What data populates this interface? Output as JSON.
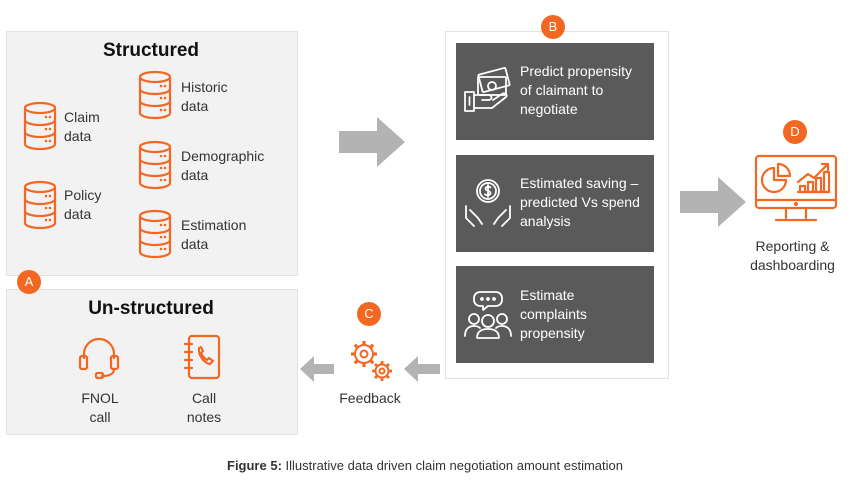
{
  "structured": {
    "title": "Structured",
    "items": [
      {
        "line1": "Claim",
        "line2": "data"
      },
      {
        "line1": "Policy",
        "line2": "data"
      },
      {
        "line1": "Historic",
        "line2": "data"
      },
      {
        "line1": "Demographic",
        "line2": "data"
      },
      {
        "line1": "Estimation",
        "line2": "data"
      }
    ]
  },
  "unstructured": {
    "title": "Un-structured",
    "items": [
      {
        "line1": "FNOL",
        "line2": "call"
      },
      {
        "line1": "Call",
        "line2": "notes"
      }
    ]
  },
  "badges": {
    "a": "A",
    "b": "B",
    "c": "C",
    "d": "D"
  },
  "models": [
    {
      "line1": "Predict propensity",
      "line2": "of claimant to",
      "line3": "negotiate"
    },
    {
      "line1": "Estimated saving –",
      "line2": "predicted Vs spend",
      "line3": "analysis"
    },
    {
      "line1": "Estimate",
      "line2": "complaints",
      "line3": "propensity"
    }
  ],
  "feedback": {
    "label": "Feedback"
  },
  "reporting": {
    "line1": "Reporting &",
    "line2": "dashboarding"
  },
  "caption": {
    "prefix": "Figure 5:",
    "text": " Illustrative data driven claim negotiation amount estimation"
  },
  "colors": {
    "accent": "#f26722",
    "dark_box": "#5a5a5a",
    "panel": "#f2f2f2",
    "arrow": "#b3b3b3"
  }
}
